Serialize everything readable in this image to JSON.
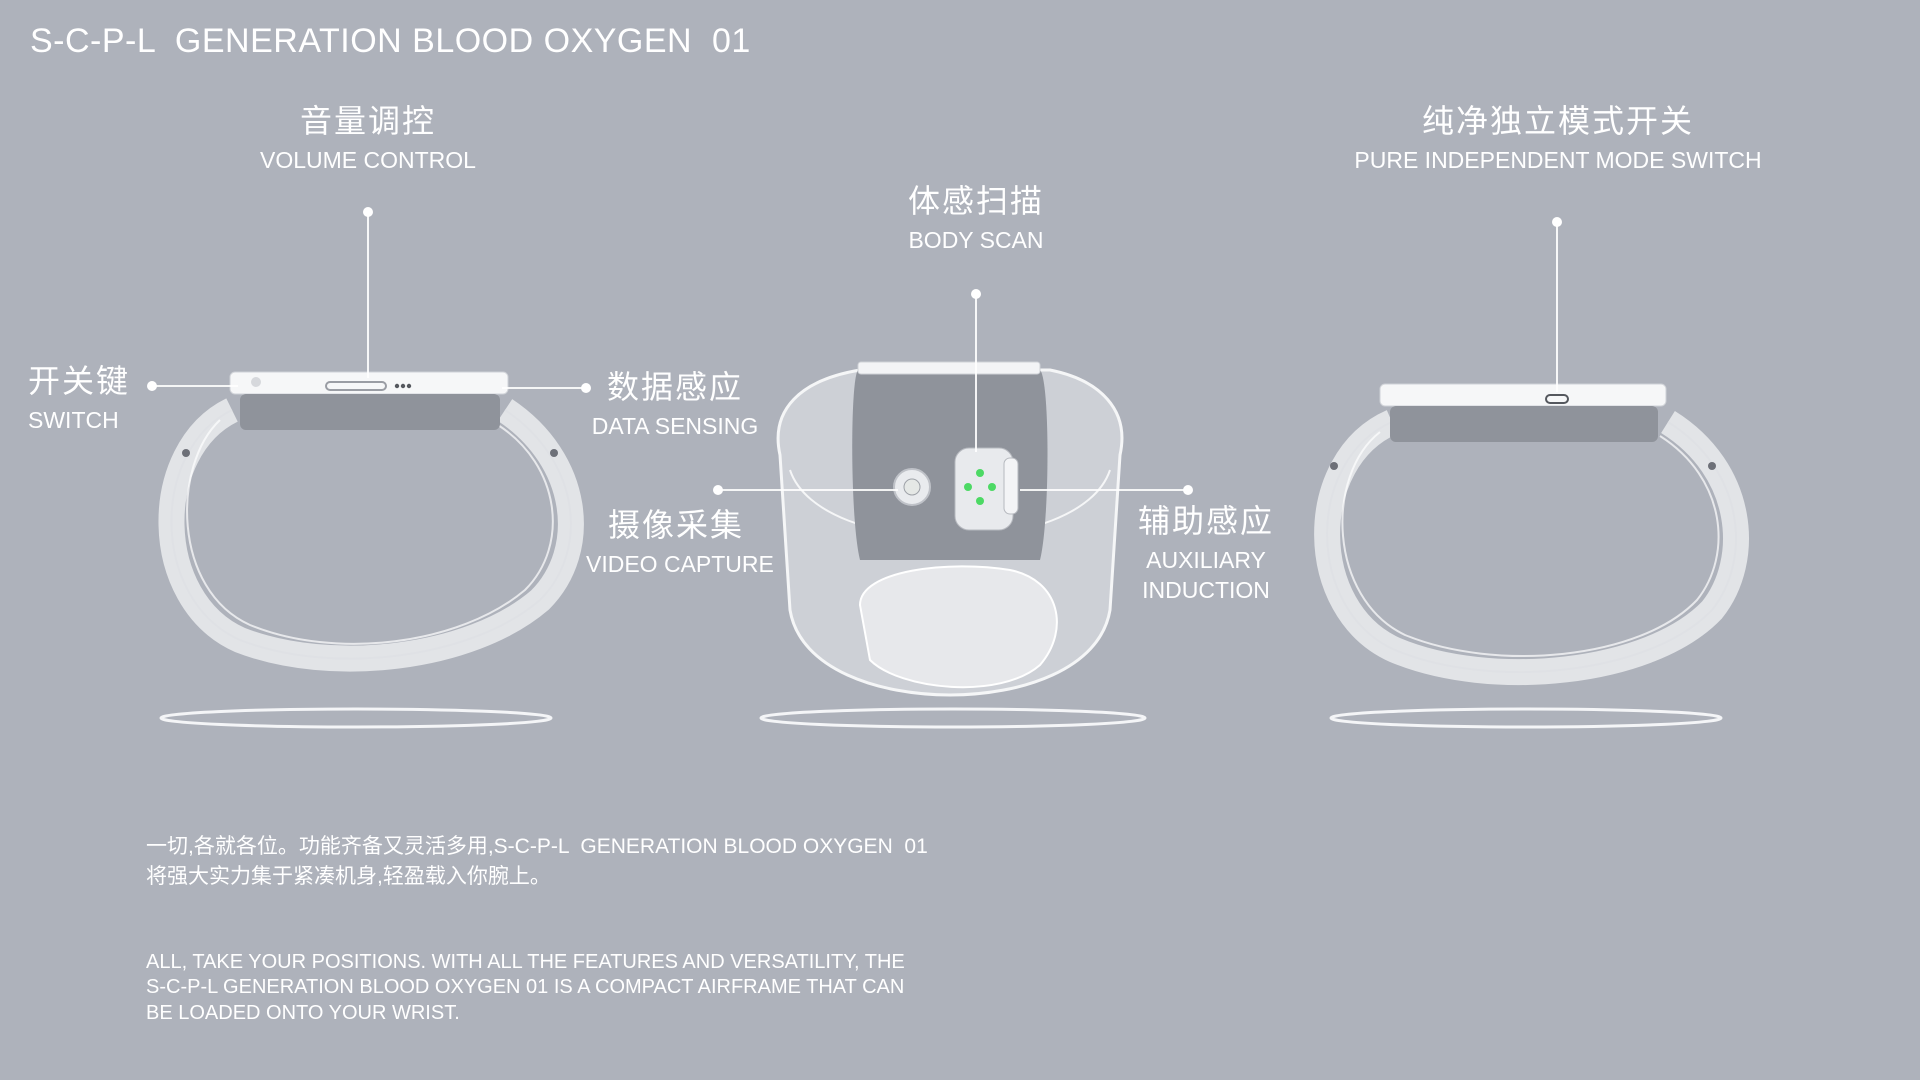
{
  "header": {
    "title": "S-C-P-L  GENERATION BLOOD OXYGEN  01"
  },
  "callouts": {
    "volume_control": {
      "zh": "音量调控",
      "en": "VOLUME CONTROL"
    },
    "switch": {
      "zh": "开关键",
      "en": "SWITCH"
    },
    "data_sensing": {
      "zh": "数据感应",
      "en": "DATA SENSING"
    },
    "body_scan": {
      "zh": "体感扫描",
      "en": "BODY SCAN"
    },
    "video_capture": {
      "zh": "摄像采集",
      "en": "VIDEO CAPTURE"
    },
    "auxiliary_induction": {
      "zh": "辅助感应",
      "en_line1": "AUXILIARY",
      "en_line2": "INDUCTION"
    },
    "mode_switch": {
      "zh": "纯净独立模式开关",
      "en": "PURE INDEPENDENT MODE SWITCH"
    }
  },
  "description": {
    "zh_line1": "一切,各就各位。功能齐备又灵活多用,S-C-P-L  GENERATION BLOOD OXYGEN  01",
    "zh_line2": "将强大实力集于紧凑机身,轻盈载入你腕上。",
    "en_line1": "ALL, TAKE YOUR POSITIONS. WITH ALL THE FEATURES AND VERSATILITY, THE",
    "en_line2": "S-C-P-L GENERATION BLOOD OXYGEN 01 IS A COMPACT AIRFRAME THAT CAN",
    "en_line3": "BE LOADED ONTO YOUR WRIST."
  },
  "colors": {
    "background": "#aeb2bb",
    "text": "#ffffff",
    "sensor_led": "#4cd964",
    "device_body": "#8f939b"
  }
}
